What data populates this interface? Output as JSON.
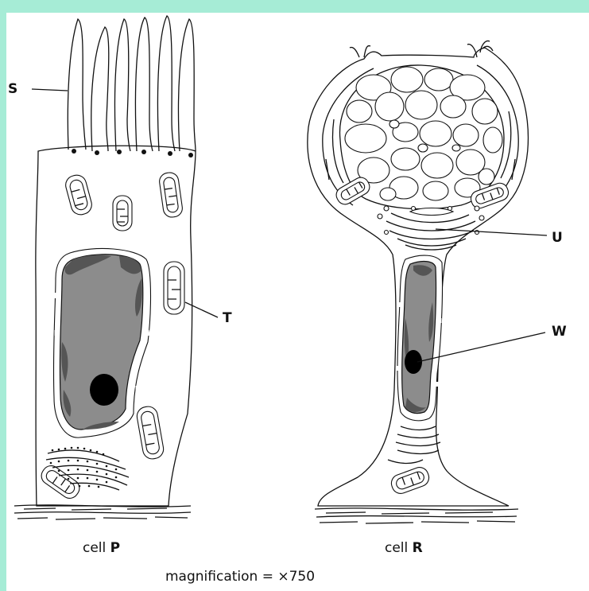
{
  "labels": {
    "s": "S",
    "t": "T",
    "u": "U",
    "w": "W"
  },
  "captions": {
    "cell_p_prefix": "cell ",
    "cell_p_letter": "P",
    "cell_r_prefix": "cell ",
    "cell_r_letter": "R",
    "magnification": "magnification = ×750"
  },
  "colors": {
    "border": "#a6ecd6",
    "nucleus": "#8c8c8c",
    "chromatin": "#555555",
    "nucleolus": "#000000"
  }
}
